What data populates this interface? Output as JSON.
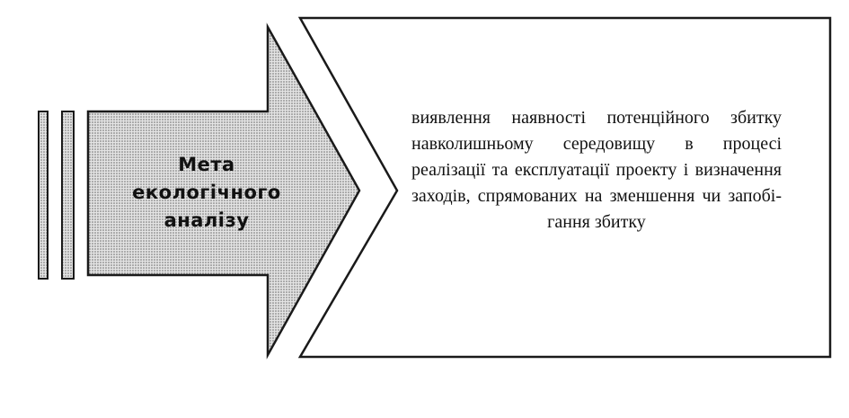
{
  "arrow": {
    "label_lines": [
      "Мета",
      "екологічного",
      "аналізу"
    ]
  },
  "goal": {
    "text": "виявлення наявності потенційного збитку навколишньому середовищу в процесі реалізації та експлуатації проекту і визначення заходів, спря­мованих на зменшення чи запобі­гання збитку"
  },
  "colors": {
    "arrow_fill": "#c8c8c8",
    "outline": "#1a1a1a",
    "box_fill": "#ffffff"
  }
}
